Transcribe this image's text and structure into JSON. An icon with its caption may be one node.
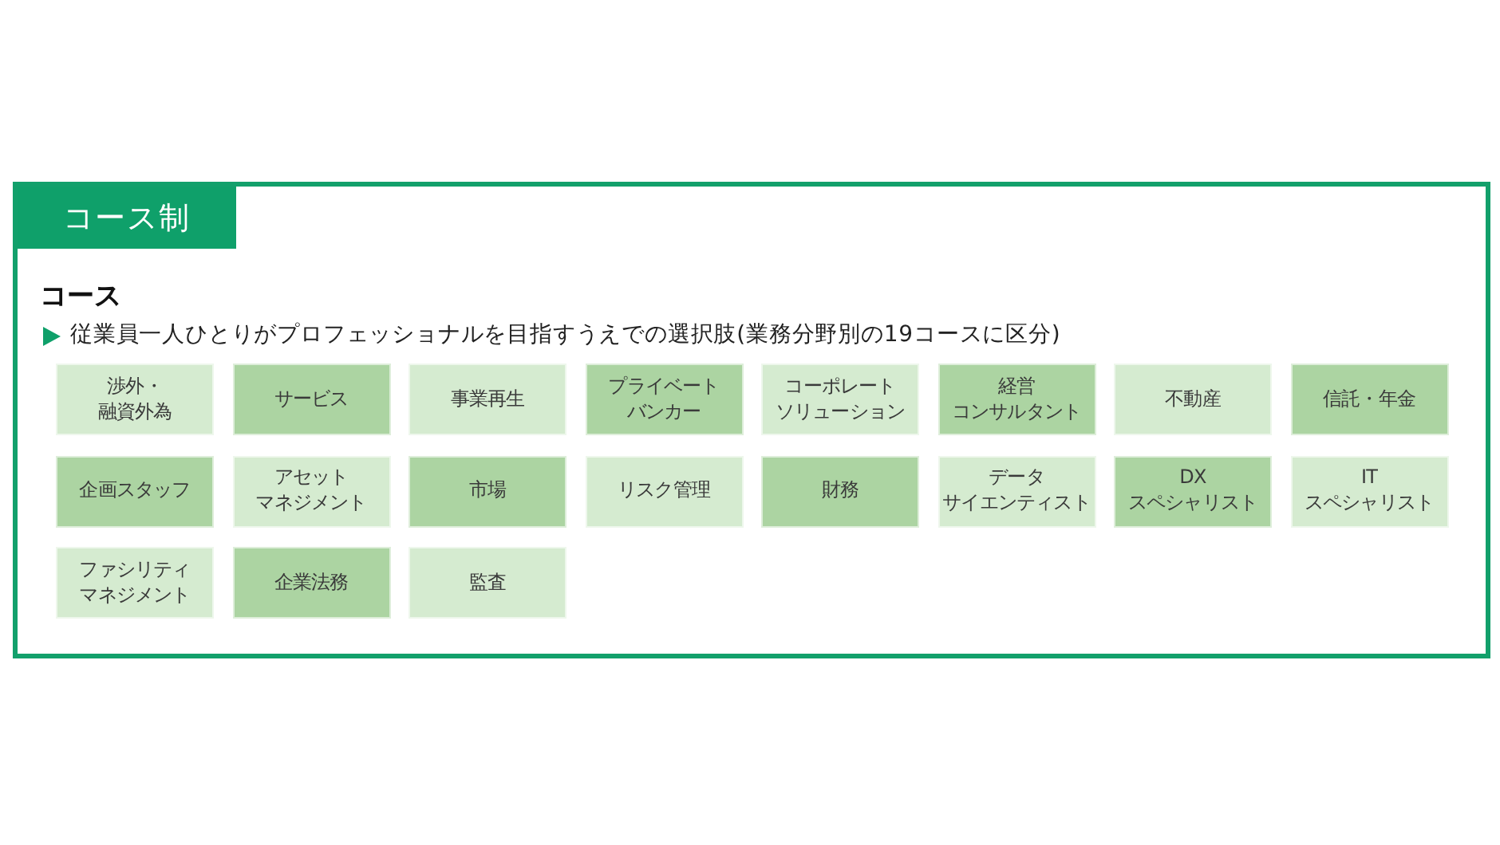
{
  "diagram": {
    "nodes": [
      {
        "text": [
          "コース制",
          "コース",
          "従業員一人ひとりがプロフェッショナルを目指すうえでの選択肢(業務分野別の19コースに区分)"
        ]
      },
      {
        "text": [
          "渉外・融資外為"
        ],
        "in": 0
      },
      {
        "text": [
          "サービス"
        ],
        "in": 0
      },
      {
        "text": [
          "事業再生"
        ],
        "in": 0
      },
      {
        "text": [
          "プライベートバンカー"
        ],
        "in": 0
      },
      {
        "text": [
          "コーポレートソリューション"
        ],
        "in": 0
      },
      {
        "text": [
          "経営コンサルタント"
        ],
        "in": 0
      },
      {
        "text": [
          "不動産"
        ],
        "in": 0
      },
      {
        "text": [
          "信託・年金"
        ],
        "in": 0
      },
      {
        "text": [
          "企画スタッフ"
        ],
        "in": 0
      },
      {
        "text": [
          "アセットマネジメント"
        ],
        "in": 0
      },
      {
        "text": [
          "市場"
        ],
        "in": 0
      },
      {
        "text": [
          "リスク管理"
        ],
        "in": 0
      },
      {
        "text": [
          "財務"
        ],
        "in": 0
      },
      {
        "text": [
          "データサイエンティスト"
        ],
        "in": 0
      },
      {
        "text": [
          "DXスペシャリスト"
        ],
        "in": 0
      },
      {
        "text": [
          "ITスペシャリスト"
        ],
        "in": 0
      },
      {
        "text": [
          "ファシリティマネジメント"
        ],
        "in": 0
      },
      {
        "text": [
          "企業法務"
        ],
        "in": 0
      },
      {
        "text": [
          "監査"
        ],
        "in": 0
      }
    ],
    "edges": []
  }
}
